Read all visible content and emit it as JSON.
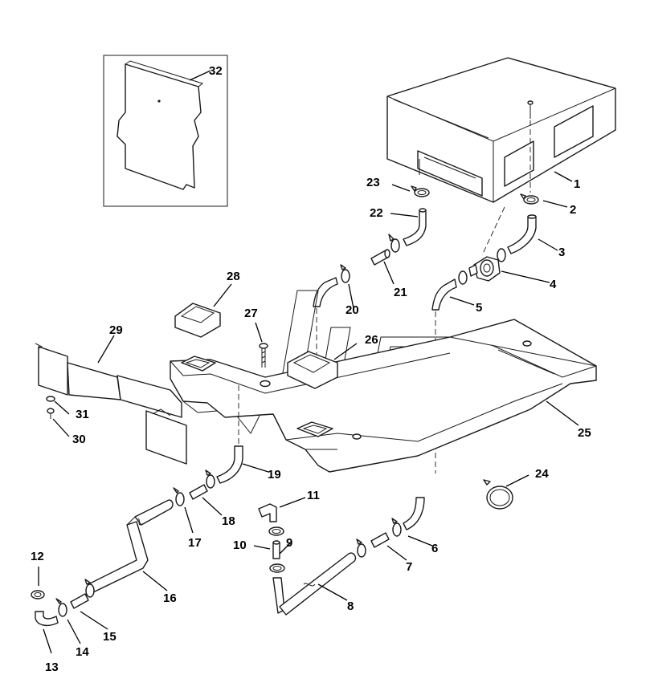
{
  "colors": {
    "ink": "#1a1a1a",
    "paper": "#ffffff"
  },
  "callouts": [
    {
      "id": "1",
      "label": "1"
    },
    {
      "id": "2",
      "label": "2"
    },
    {
      "id": "3",
      "label": "3"
    },
    {
      "id": "4",
      "label": "4"
    },
    {
      "id": "5",
      "label": "5"
    },
    {
      "id": "6",
      "label": "6"
    },
    {
      "id": "7",
      "label": "7"
    },
    {
      "id": "8",
      "label": "8"
    },
    {
      "id": "9",
      "label": "9"
    },
    {
      "id": "10",
      "label": "10"
    },
    {
      "id": "11",
      "label": "11"
    },
    {
      "id": "12",
      "label": "12"
    },
    {
      "id": "13",
      "label": "13"
    },
    {
      "id": "14",
      "label": "14"
    },
    {
      "id": "15",
      "label": "15"
    },
    {
      "id": "16",
      "label": "16"
    },
    {
      "id": "17",
      "label": "17"
    },
    {
      "id": "18",
      "label": "18"
    },
    {
      "id": "19",
      "label": "19"
    },
    {
      "id": "20",
      "label": "20"
    },
    {
      "id": "21",
      "label": "21"
    },
    {
      "id": "22",
      "label": "22"
    },
    {
      "id": "23",
      "label": "23"
    },
    {
      "id": "24",
      "label": "24"
    },
    {
      "id": "25",
      "label": "25"
    },
    {
      "id": "26",
      "label": "26"
    },
    {
      "id": "27",
      "label": "27"
    },
    {
      "id": "28",
      "label": "28"
    },
    {
      "id": "29",
      "label": "29"
    },
    {
      "id": "30",
      "label": "30"
    },
    {
      "id": "31",
      "label": "31"
    },
    {
      "id": "32",
      "label": "32"
    }
  ]
}
